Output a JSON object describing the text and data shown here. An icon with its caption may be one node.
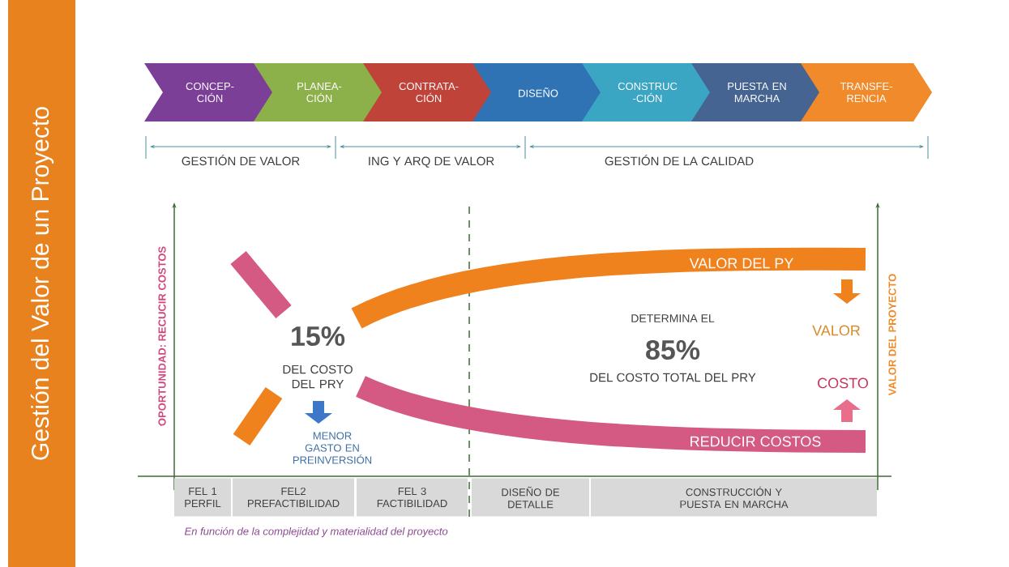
{
  "diagram": {
    "title": "Gestión del Valor de un Proyecto",
    "caption": "En función de la complejidad y materialidad del proyecto",
    "nodes": [
      {
        "text": [
          "CONCEP- CIÓN"
        ]
      },
      {
        "text": [
          "PLANEA- CIÓN"
        ]
      },
      {
        "text": [
          "CONTRATA- CIÓN"
        ]
      },
      {
        "text": [
          "DISEÑO"
        ]
      },
      {
        "text": [
          "CONSTRUC -CIÓN"
        ]
      },
      {
        "text": [
          "PUESTA EN MARCHA"
        ]
      },
      {
        "text": [
          "TRANSFE- RENCIA"
        ]
      },
      {
        "text": [
          "FEL 1 PERFIL"
        ]
      },
      {
        "text": [
          "FEL2 PREFACTIBILIDAD"
        ]
      },
      {
        "text": [
          "FEL 3 FACTIBILIDAD"
        ]
      },
      {
        "text": [
          "DISEÑO DE DETALLE"
        ]
      },
      {
        "text": [
          "CONSTRUCCIÓN Y PUESTA EN MARCHA"
        ]
      }
    ],
    "labels": [
      "GESTIÓN DE VALOR",
      "ING Y ARQ DE VALOR",
      "GESTIÓN DE LA CALIDAD",
      "OPORTUNIDAD: RECUCIR COSTOS",
      "VALOR DEL PY",
      "15%",
      "DEL COSTO DEL PRY",
      "DETERMINA EL",
      "85%",
      "DEL COSTO TOTAL DEL PRY",
      "VALOR",
      "COSTO",
      "MENOR GASTO EN PREINVERSIÓN",
      "REDUCIR COSTOS",
      "VALOR DEL PROYECTO"
    ]
  }
}
